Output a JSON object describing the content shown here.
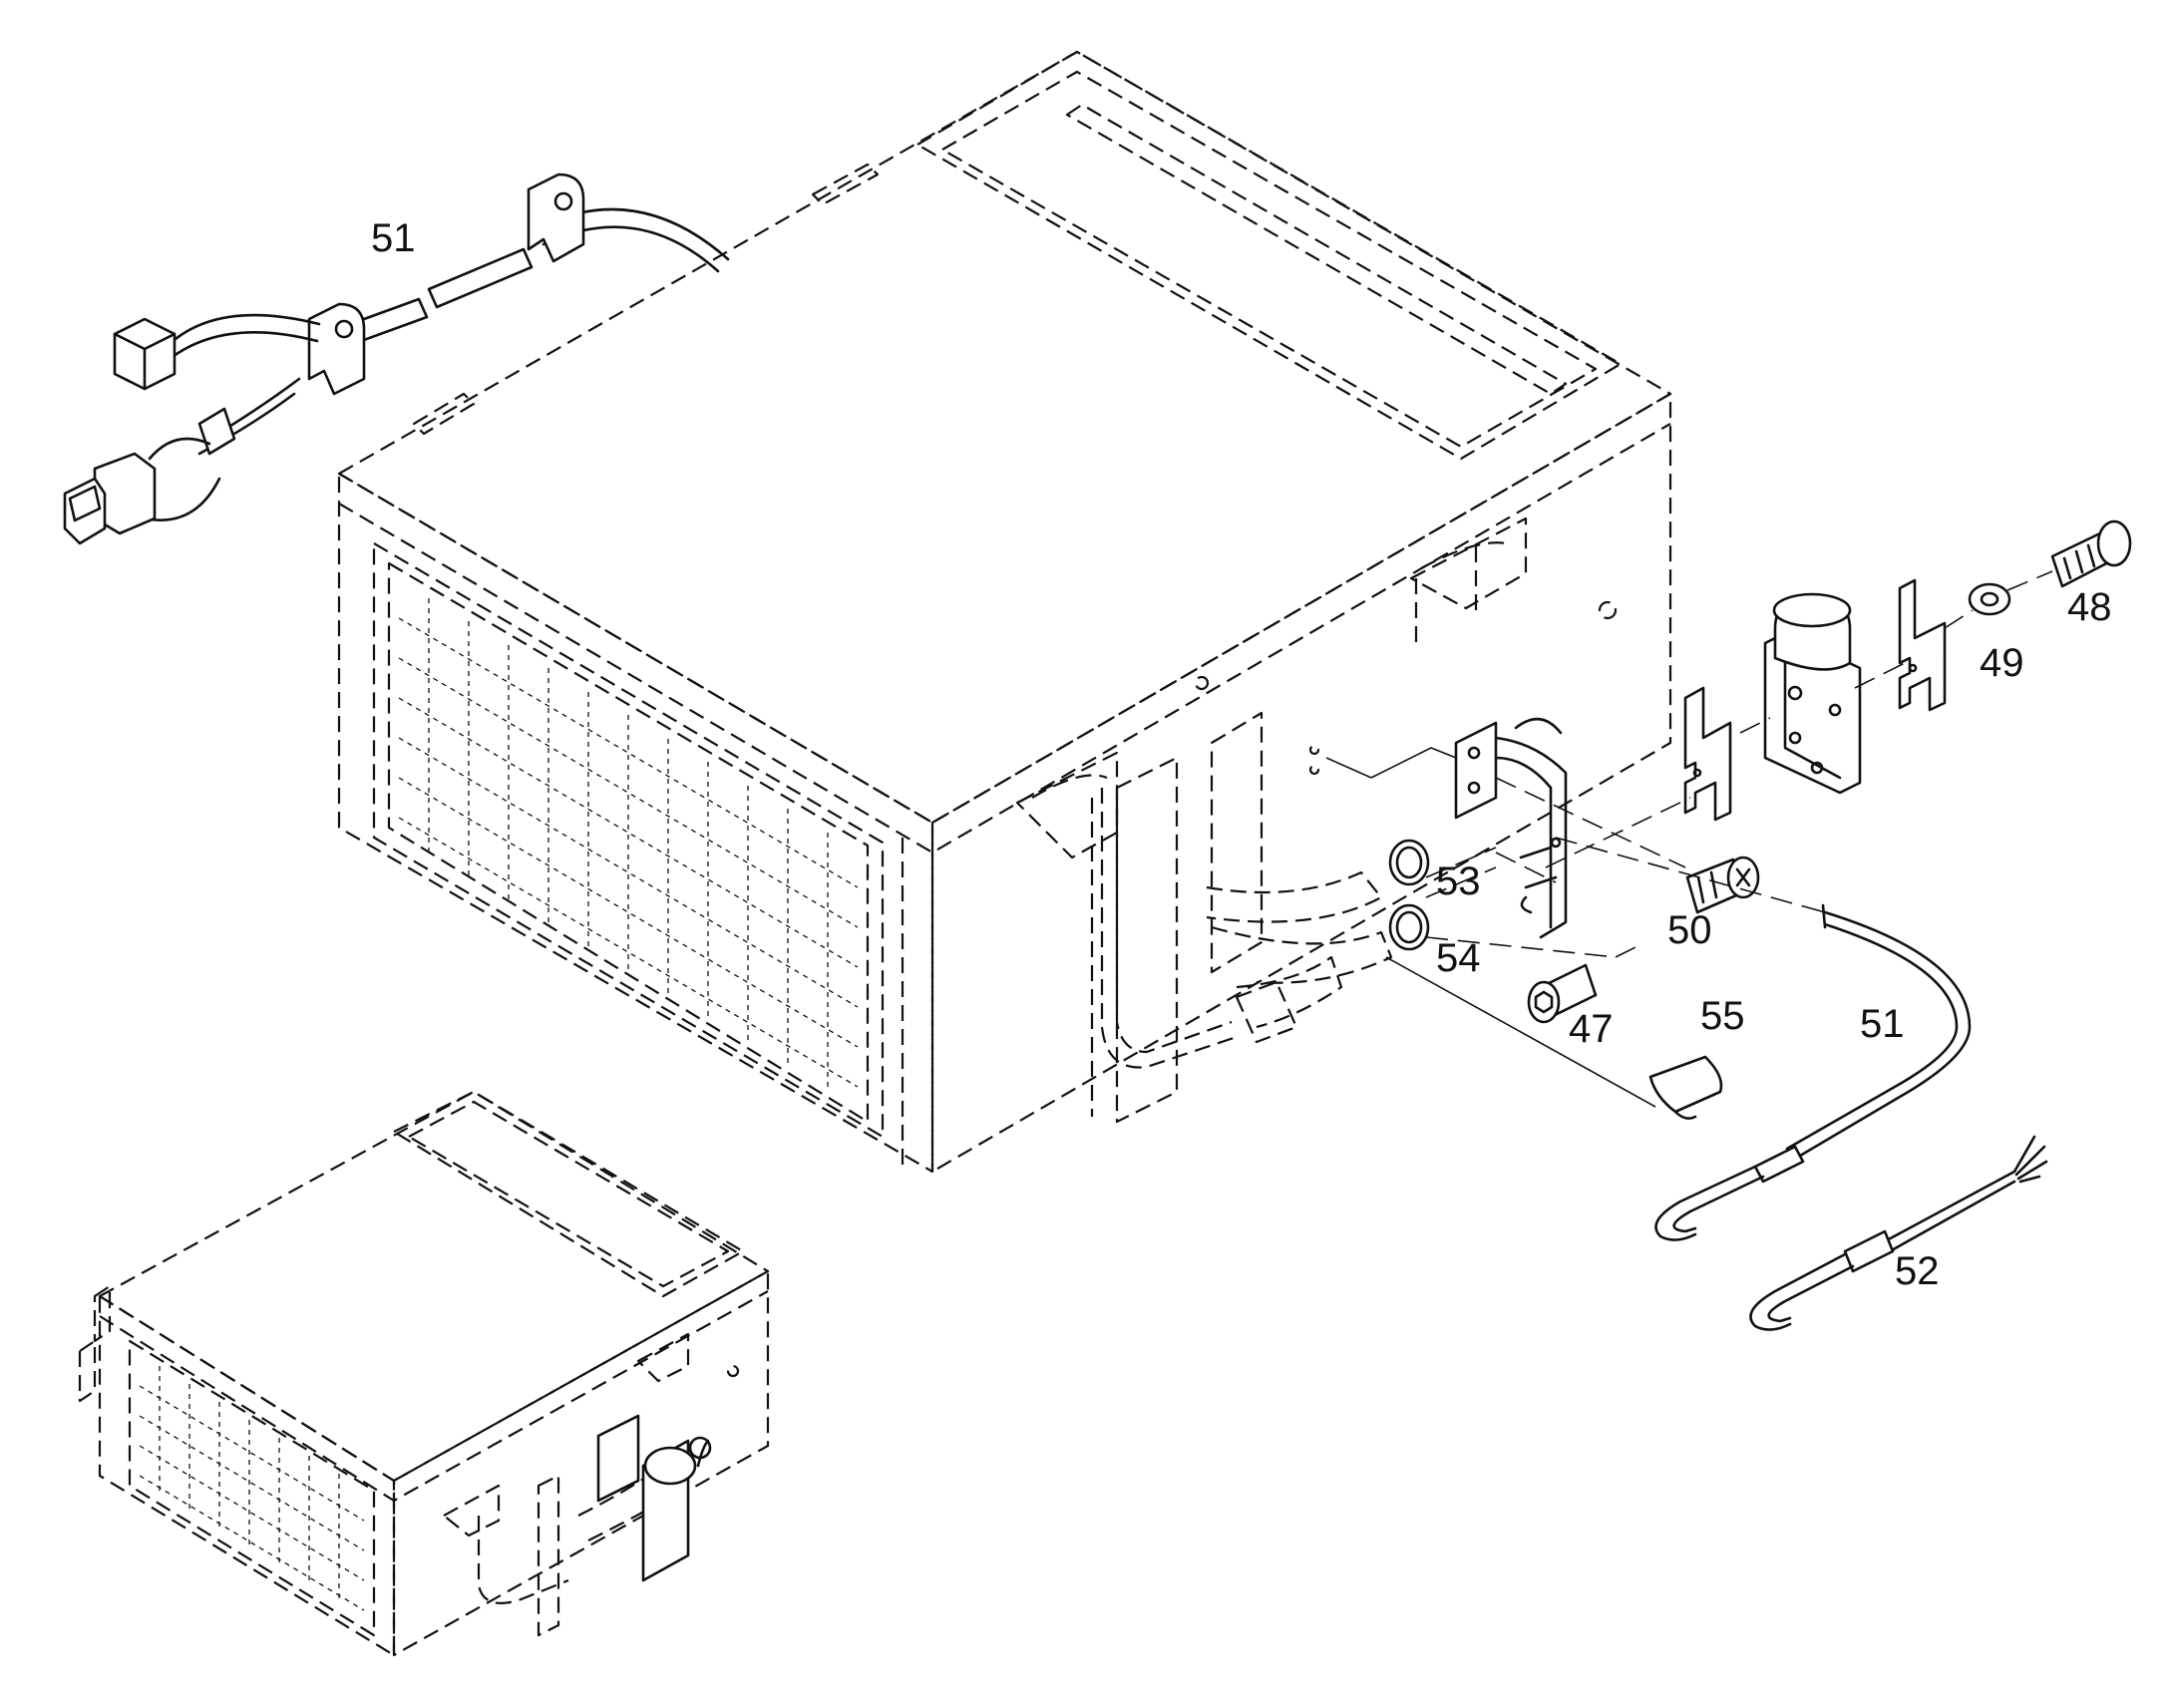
{
  "callouts": {
    "c47": "47",
    "c48": "48",
    "c49": "49",
    "c50": "50",
    "c51_top": "51",
    "c51_right": "51",
    "c52": "52",
    "c53": "53",
    "c54": "54",
    "c55": "55"
  },
  "colors": {
    "line": "#111111",
    "background": "#ffffff"
  }
}
